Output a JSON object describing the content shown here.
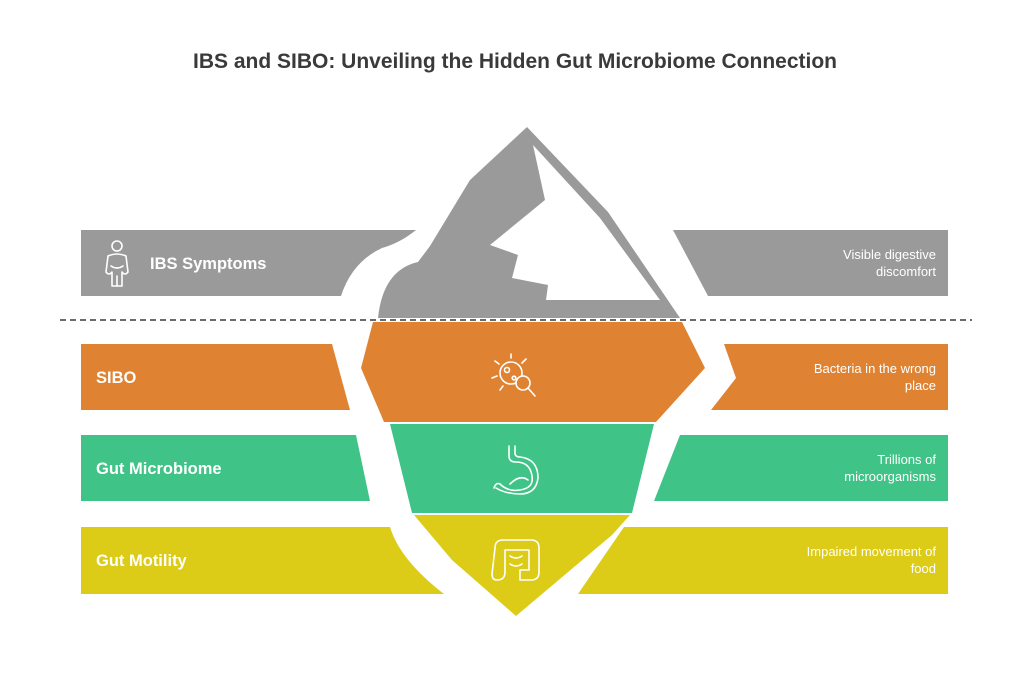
{
  "title": "IBS and SIBO: Unveiling the Hidden Gut Microbiome Connection",
  "layers": [
    {
      "name": "IBS Symptoms",
      "desc_line1": "Visible digestive",
      "desc_line2": "discomfort",
      "color": "#9a9a9a",
      "icon": "person-icon"
    },
    {
      "name": "SIBO",
      "desc_line1": "Bacteria in the wrong",
      "desc_line2": "place",
      "color": "#df8332",
      "icon": "bacteria-search-icon"
    },
    {
      "name": "Gut Microbiome",
      "desc_line1": "Trillions of",
      "desc_line2": "microorganisms",
      "color": "#3fc387",
      "icon": "stomach-icon"
    },
    {
      "name": "Gut Motility",
      "desc_line1": "Impaired movement of",
      "desc_line2": "food",
      "color": "#dccb17",
      "icon": "intestine-icon"
    }
  ],
  "iceberg_top_color": "#9a9a9a"
}
